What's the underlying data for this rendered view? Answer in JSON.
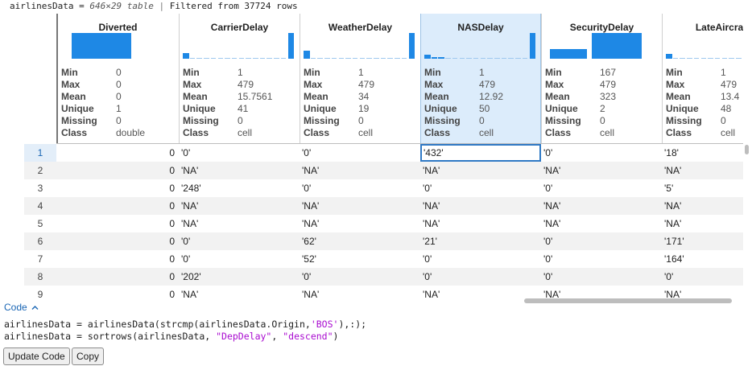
{
  "header": {
    "var_name": "airlinesData",
    "equals": "=",
    "size_desc": "646×29 table",
    "separator": "|",
    "filter_desc": "Filtered from 37724 rows"
  },
  "stat_labels": [
    "Min",
    "Max",
    "Mean",
    "Unique",
    "Missing",
    "Class"
  ],
  "columns": [
    {
      "name": "Diverted",
      "stats": [
        "0",
        "0",
        "0",
        "1",
        "0",
        "double"
      ],
      "hist": [
        {
          "h": 1.0
        }
      ],
      "hist_type": "single"
    },
    {
      "name": "CarrierDelay",
      "stats": [
        "1",
        "479",
        "15.7561",
        "41",
        "0",
        "cell"
      ],
      "hist": [
        0.22,
        0.02,
        0.02,
        0.02,
        0.02,
        0.02,
        0.02,
        0.02,
        0.02,
        0.02,
        0.02,
        0.02,
        0.02,
        0.02,
        0.02,
        1.0
      ]
    },
    {
      "name": "WeatherDelay",
      "stats": [
        "1",
        "479",
        "34",
        "19",
        "0",
        "cell"
      ],
      "hist": [
        0.3,
        0.02,
        0.02,
        0.02,
        0.02,
        0.02,
        0.02,
        0.02,
        0.02,
        0.02,
        0.02,
        0.02,
        0.02,
        0.02,
        0.02,
        1.0
      ]
    },
    {
      "name": "NASDelay",
      "stats": [
        "1",
        "479",
        "12.92",
        "50",
        "0",
        "cell"
      ],
      "hist": [
        0.15,
        0.05,
        0.05,
        0.02,
        0.02,
        0.02,
        0.02,
        0.02,
        0.02,
        0.02,
        0.02,
        0.02,
        0.02,
        0.02,
        0.02,
        1.0
      ]
    },
    {
      "name": "SecurityDelay",
      "stats": [
        "167",
        "479",
        "323",
        "2",
        "0",
        "cell"
      ],
      "hist": [
        0.37,
        1.0
      ],
      "hist_type": "two"
    },
    {
      "name": "LateAircraft",
      "stats": [
        "1",
        "479",
        "13.4",
        "48",
        "0",
        "cell"
      ],
      "hist": [
        0.2,
        0.02,
        0.02,
        0.02,
        0.02,
        0.02,
        0.02,
        0.02,
        0.02,
        0.02,
        0.02,
        0.02,
        0.02,
        0.02,
        0.02,
        1.0
      ]
    }
  ],
  "rows": [
    {
      "n": "1",
      "cells": [
        "0",
        "'0'",
        "'0'",
        "'432'",
        "'0'",
        "'18'"
      ]
    },
    {
      "n": "2",
      "cells": [
        "0",
        "'NA'",
        "'NA'",
        "'NA'",
        "'NA'",
        "'NA'"
      ]
    },
    {
      "n": "3",
      "cells": [
        "0",
        "'248'",
        "'0'",
        "'0'",
        "'0'",
        "'5'"
      ]
    },
    {
      "n": "4",
      "cells": [
        "0",
        "'NA'",
        "'NA'",
        "'NA'",
        "'NA'",
        "'NA'"
      ]
    },
    {
      "n": "5",
      "cells": [
        "0",
        "'NA'",
        "'NA'",
        "'NA'",
        "'NA'",
        "'NA'"
      ]
    },
    {
      "n": "6",
      "cells": [
        "0",
        "'0'",
        "'62'",
        "'21'",
        "'0'",
        "'171'"
      ]
    },
    {
      "n": "7",
      "cells": [
        "0",
        "'0'",
        "'52'",
        "'0'",
        "'0'",
        "'164'"
      ]
    },
    {
      "n": "8",
      "cells": [
        "0",
        "'202'",
        "'0'",
        "'0'",
        "'0'",
        "'0'"
      ]
    },
    {
      "n": "9",
      "cells": [
        "0",
        "'NA'",
        "'NA'",
        "'NA'",
        "'NA'",
        "'NA'"
      ]
    }
  ],
  "selected_column": "NASDelay",
  "active_cell": {
    "row": "1",
    "column": "NASDelay"
  },
  "code_section": {
    "label": "Code",
    "toggle_icon": "chevron-up-icon",
    "line1_pre": "airlinesData = airlinesData(strcmp(airlinesData.Origin,",
    "line1_str": "'BOS'",
    "line1_post": "),:);",
    "line2_pre": "airlinesData = sortrows(airlinesData, ",
    "line2_str1": "\"DepDelay\"",
    "line2_mid": ", ",
    "line2_str2": "\"descend\"",
    "line2_post": ")"
  },
  "buttons": {
    "update_code": "Update Code",
    "copy": "Copy"
  },
  "colors": {
    "accent": "#1e88e5",
    "selected_bg": "#dcecfb",
    "string_literal": "#a90bd0",
    "link": "#1a66b5"
  }
}
